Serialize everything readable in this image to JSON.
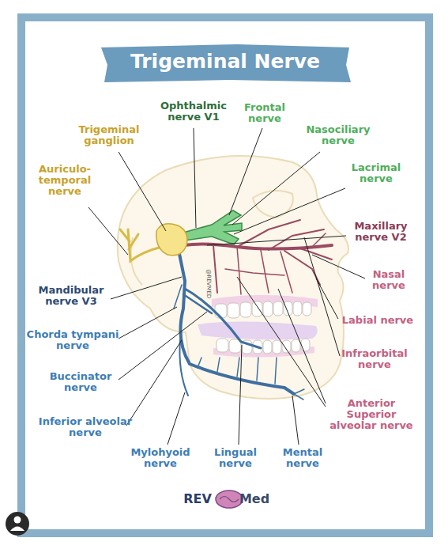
{
  "diagram": {
    "title": "Trigeminal Nerve",
    "labels": [
      "Ophthalmic nerve V1",
      "Frontal nerve",
      "Trigeminal ganglion",
      "Nasociliary nerve",
      "Auriculo- temporal nerve",
      "Lacrimal nerve",
      "Maxillary nerve V2",
      "Mandibular nerve V3",
      "Nasal nerve",
      "@REVMED",
      "Chorda tympani nerve",
      "Labial nerve",
      "Buccinator nerve",
      "Infraorbital nerve",
      "Inferior alveolar nerve",
      "Anterior Superior alveolar nerve",
      "Mylohyoid nerve",
      "Lingual nerve",
      "Mental nerve",
      "REV",
      "Med"
    ]
  }
}
